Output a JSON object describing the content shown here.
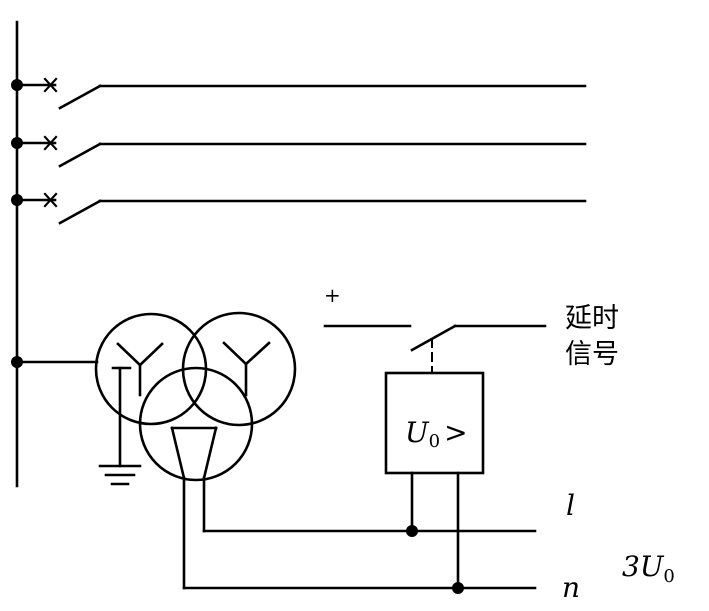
{
  "labels": {
    "plus": "+",
    "delay_signal_line1": "延时",
    "delay_signal_line2": "信号",
    "relay_symbol": "U",
    "relay_subscript": "0",
    "relay_comparator": ">",
    "line_l": "l",
    "line_n": "n",
    "zero_seq_coefficient": "3U",
    "zero_seq_subscript": "0"
  }
}
